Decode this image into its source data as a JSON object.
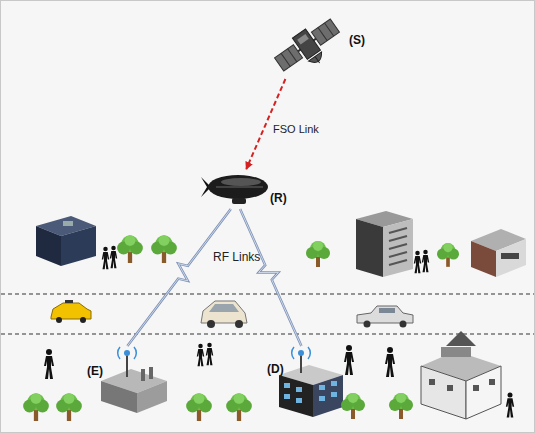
{
  "diagram": {
    "nodes": [
      {
        "text": [
          "(S)"
        ]
      },
      {
        "text": [
          "(R)"
        ]
      },
      {
        "text": [
          "(E)"
        ]
      },
      {
        "text": [
          "(D)"
        ]
      }
    ],
    "edges": [
      {
        "from": 0,
        "to": 1,
        "arrow": "to",
        "label": "FSO Link"
      },
      {
        "from": 1,
        "to": 2,
        "arrow": "none"
      },
      {
        "from": 1,
        "to": 3,
        "arrow": "none"
      }
    ],
    "labels": [
      "RF Links"
    ]
  }
}
